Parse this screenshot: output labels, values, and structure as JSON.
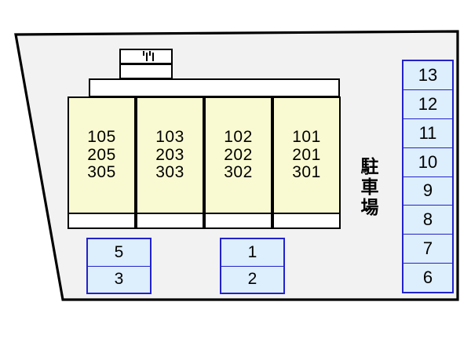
{
  "plan": {
    "title": "Apartment site plan",
    "colors": {
      "lot_fill": "#f2f2f2",
      "lot_stroke": "#000000",
      "unit_fill": "#fafad2",
      "unit_stroke": "#000000",
      "corridor_fill": "#ffffff",
      "stall_fill": "#ddeefc",
      "stall_stroke": "#2222cc",
      "text": "#000000",
      "page_background": "#ffffff"
    }
  },
  "building": {
    "roof_box_icon": "stair-icon",
    "units": [
      {
        "id": "unit-105",
        "lines": [
          "105",
          "205",
          "305"
        ]
      },
      {
        "id": "unit-103",
        "lines": [
          "103",
          "203",
          "303"
        ]
      },
      {
        "id": "unit-102",
        "lines": [
          "102",
          "202",
          "302"
        ]
      },
      {
        "id": "unit-101",
        "lines": [
          "101",
          "201",
          "301"
        ]
      }
    ]
  },
  "parking": {
    "label": "駐車場",
    "label_chars": [
      "駐",
      "車",
      "場"
    ],
    "right_column": [
      "13",
      "12",
      "11",
      "10",
      "9",
      "8",
      "7",
      "6"
    ],
    "bottom_left_group": [
      "5",
      "3"
    ],
    "bottom_right_group": [
      "1",
      "2"
    ]
  }
}
